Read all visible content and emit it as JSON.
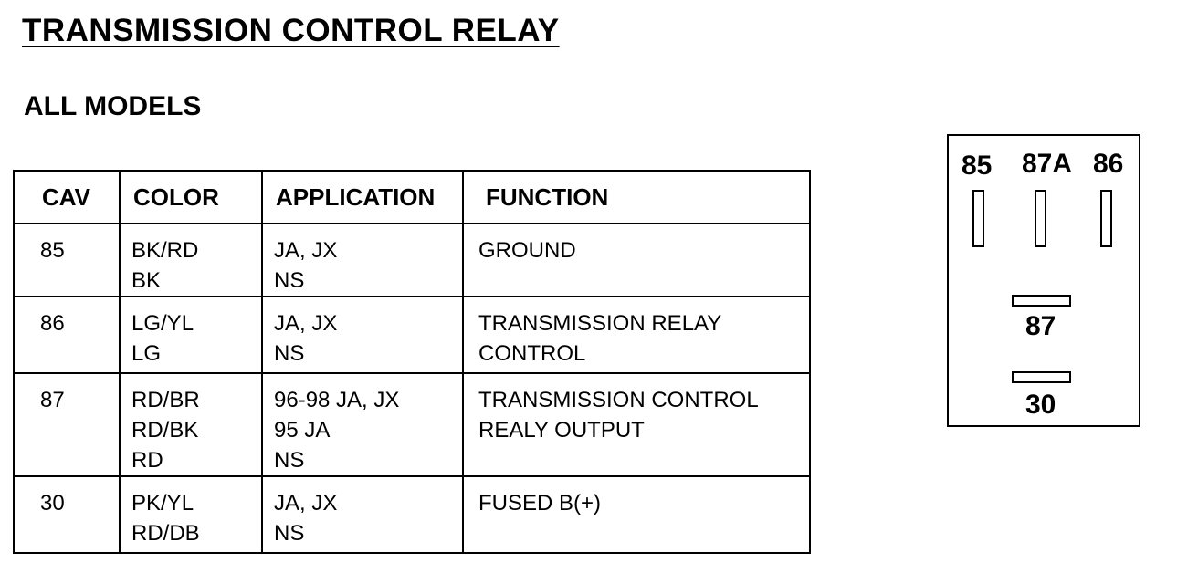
{
  "title": "TRANSMISSION CONTROL RELAY",
  "subtitle": "ALL MODELS",
  "table": {
    "headers": [
      "CAV",
      "COLOR",
      "APPLICATION",
      "FUNCTION"
    ],
    "rows": [
      {
        "cav": "85",
        "color": [
          "BK/RD",
          "BK"
        ],
        "application": [
          "JA, JX",
          "NS"
        ],
        "function": [
          "GROUND"
        ]
      },
      {
        "cav": "86",
        "color": [
          "LG/YL",
          "LG"
        ],
        "application": [
          "JA, JX",
          "NS"
        ],
        "function": [
          "TRANSMISSION RELAY",
          "CONTROL"
        ]
      },
      {
        "cav": "87",
        "color": [
          "RD/BR",
          "RD/BK",
          "RD"
        ],
        "application": [
          "96-98 JA, JX",
          "95 JA",
          "NS"
        ],
        "function": [
          "TRANSMISSION CONTROL",
          "REALY OUTPUT"
        ]
      },
      {
        "cav": "30",
        "color": [
          "PK/YL",
          "RD/DB"
        ],
        "application": [
          "JA, JX",
          "NS"
        ],
        "function": [
          "FUSED B(+)"
        ]
      }
    ]
  },
  "relay_diagram": {
    "pins": [
      "85",
      "87A",
      "86",
      "87",
      "30"
    ]
  }
}
